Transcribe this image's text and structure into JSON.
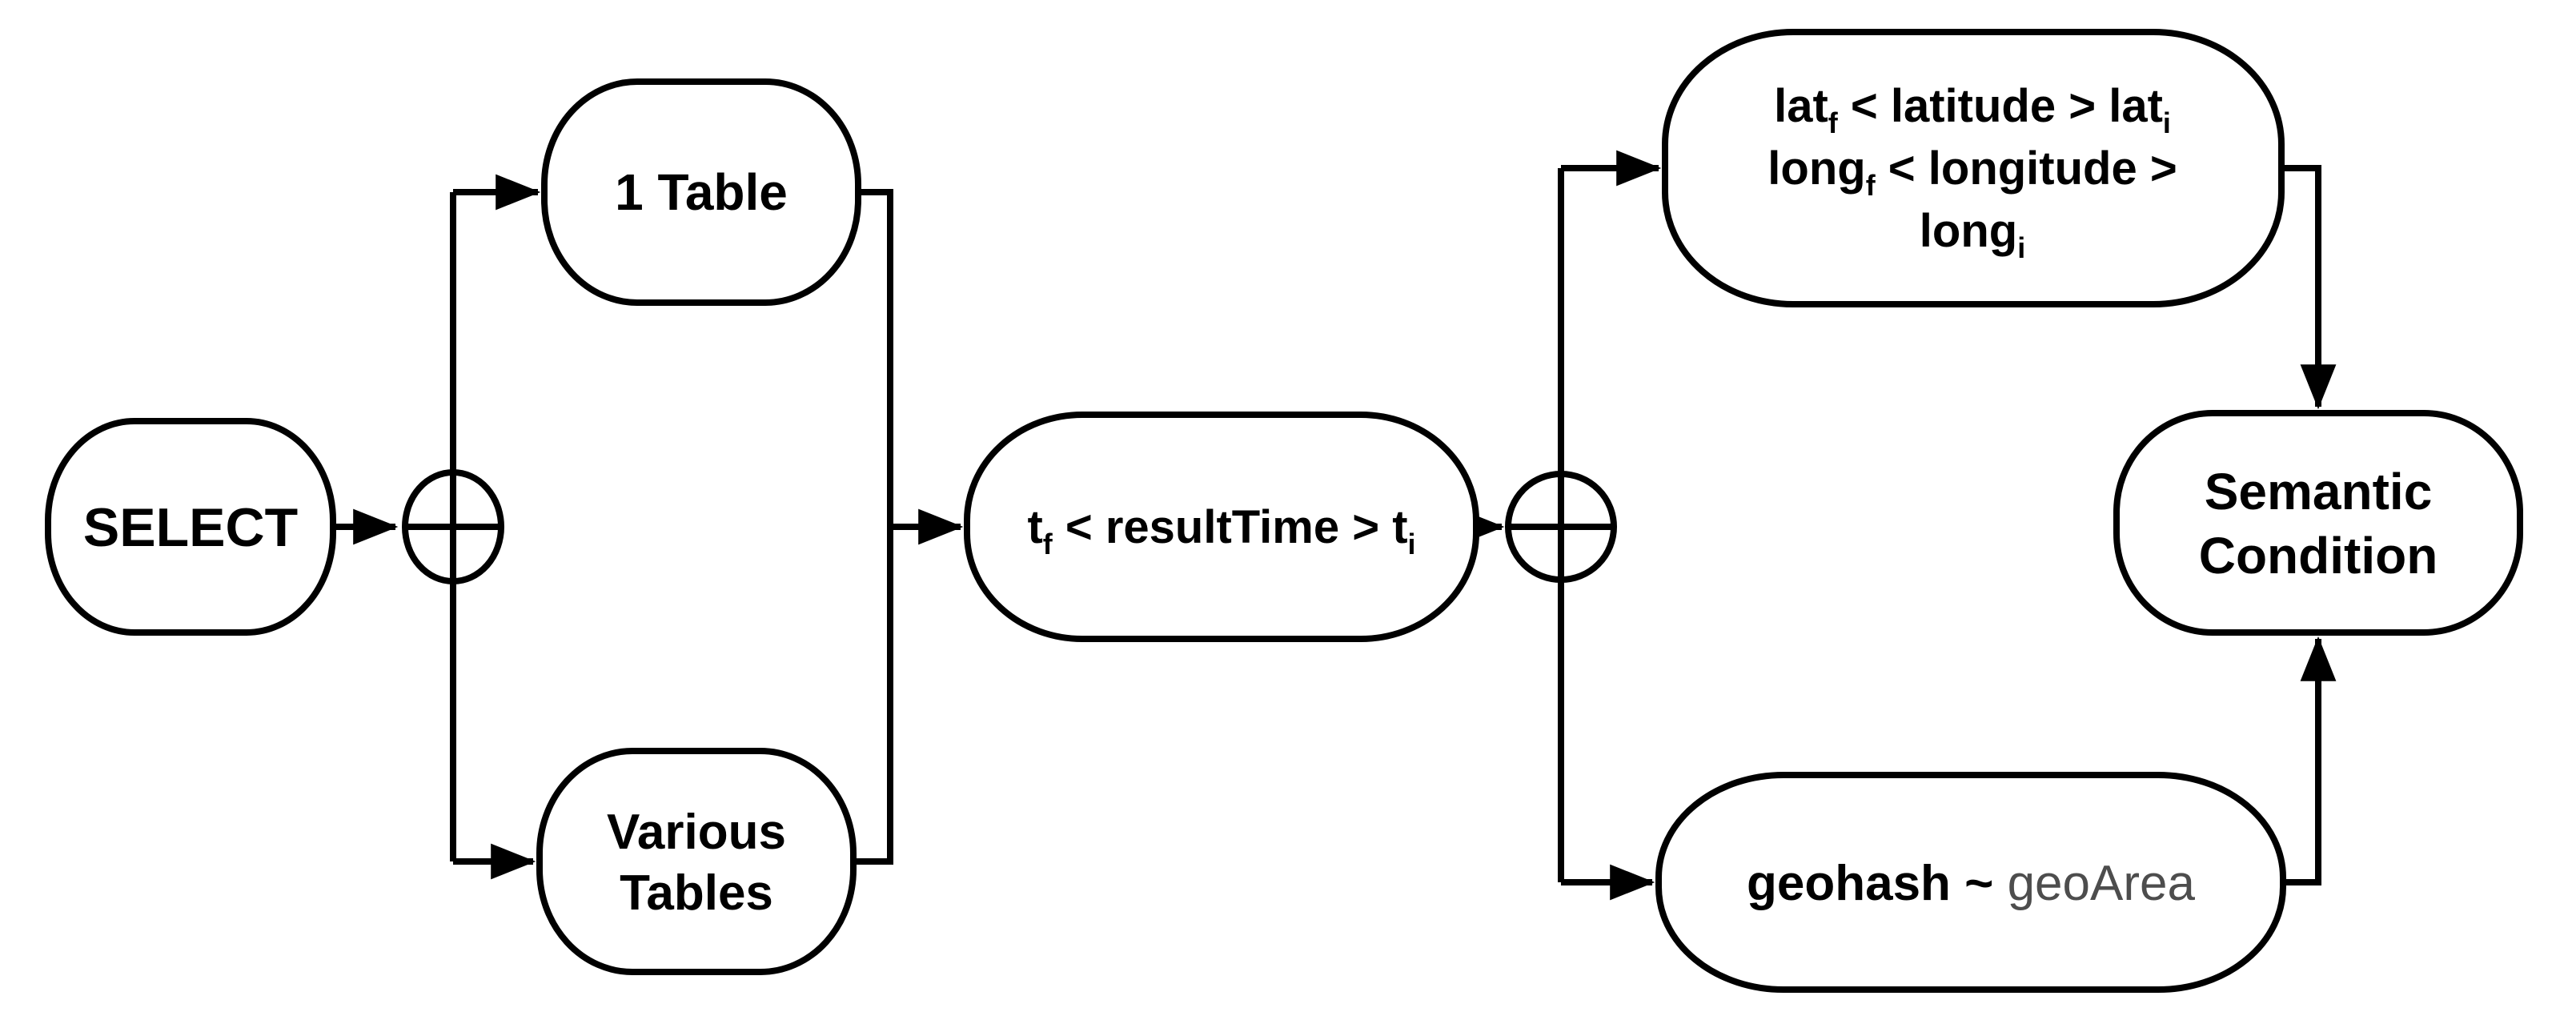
{
  "colors": {
    "background": "#ffffff",
    "ink": "#000000",
    "geoarea_text": "#4d4d4d"
  },
  "junctions": {
    "type": "xor-circle-plus"
  },
  "nodes": {
    "select": {
      "label": "SELECT"
    },
    "one_table": {
      "label": "1 Table"
    },
    "various_tables": {
      "line1": "Various",
      "line2": "Tables"
    },
    "result_time": {
      "t1": "t",
      "t1_sub": "f",
      "mid": " < resultTime > ",
      "t2": "t",
      "t2_sub": "i"
    },
    "lat_long": {
      "l1a": "lat",
      "l1a_sub": "f",
      "l1b": " < latitude > ",
      "l1c": "lat",
      "l1c_sub": "i",
      "l2a": "long",
      "l2a_sub": "f",
      "l2b": " < longitude >",
      "l3a": "long",
      "l3a_sub": "i"
    },
    "geohash": {
      "bold_part": "geohash ~ ",
      "muted_part": "geoArea"
    },
    "semantic": {
      "line1": "Semantic",
      "line2": "Condition"
    }
  }
}
